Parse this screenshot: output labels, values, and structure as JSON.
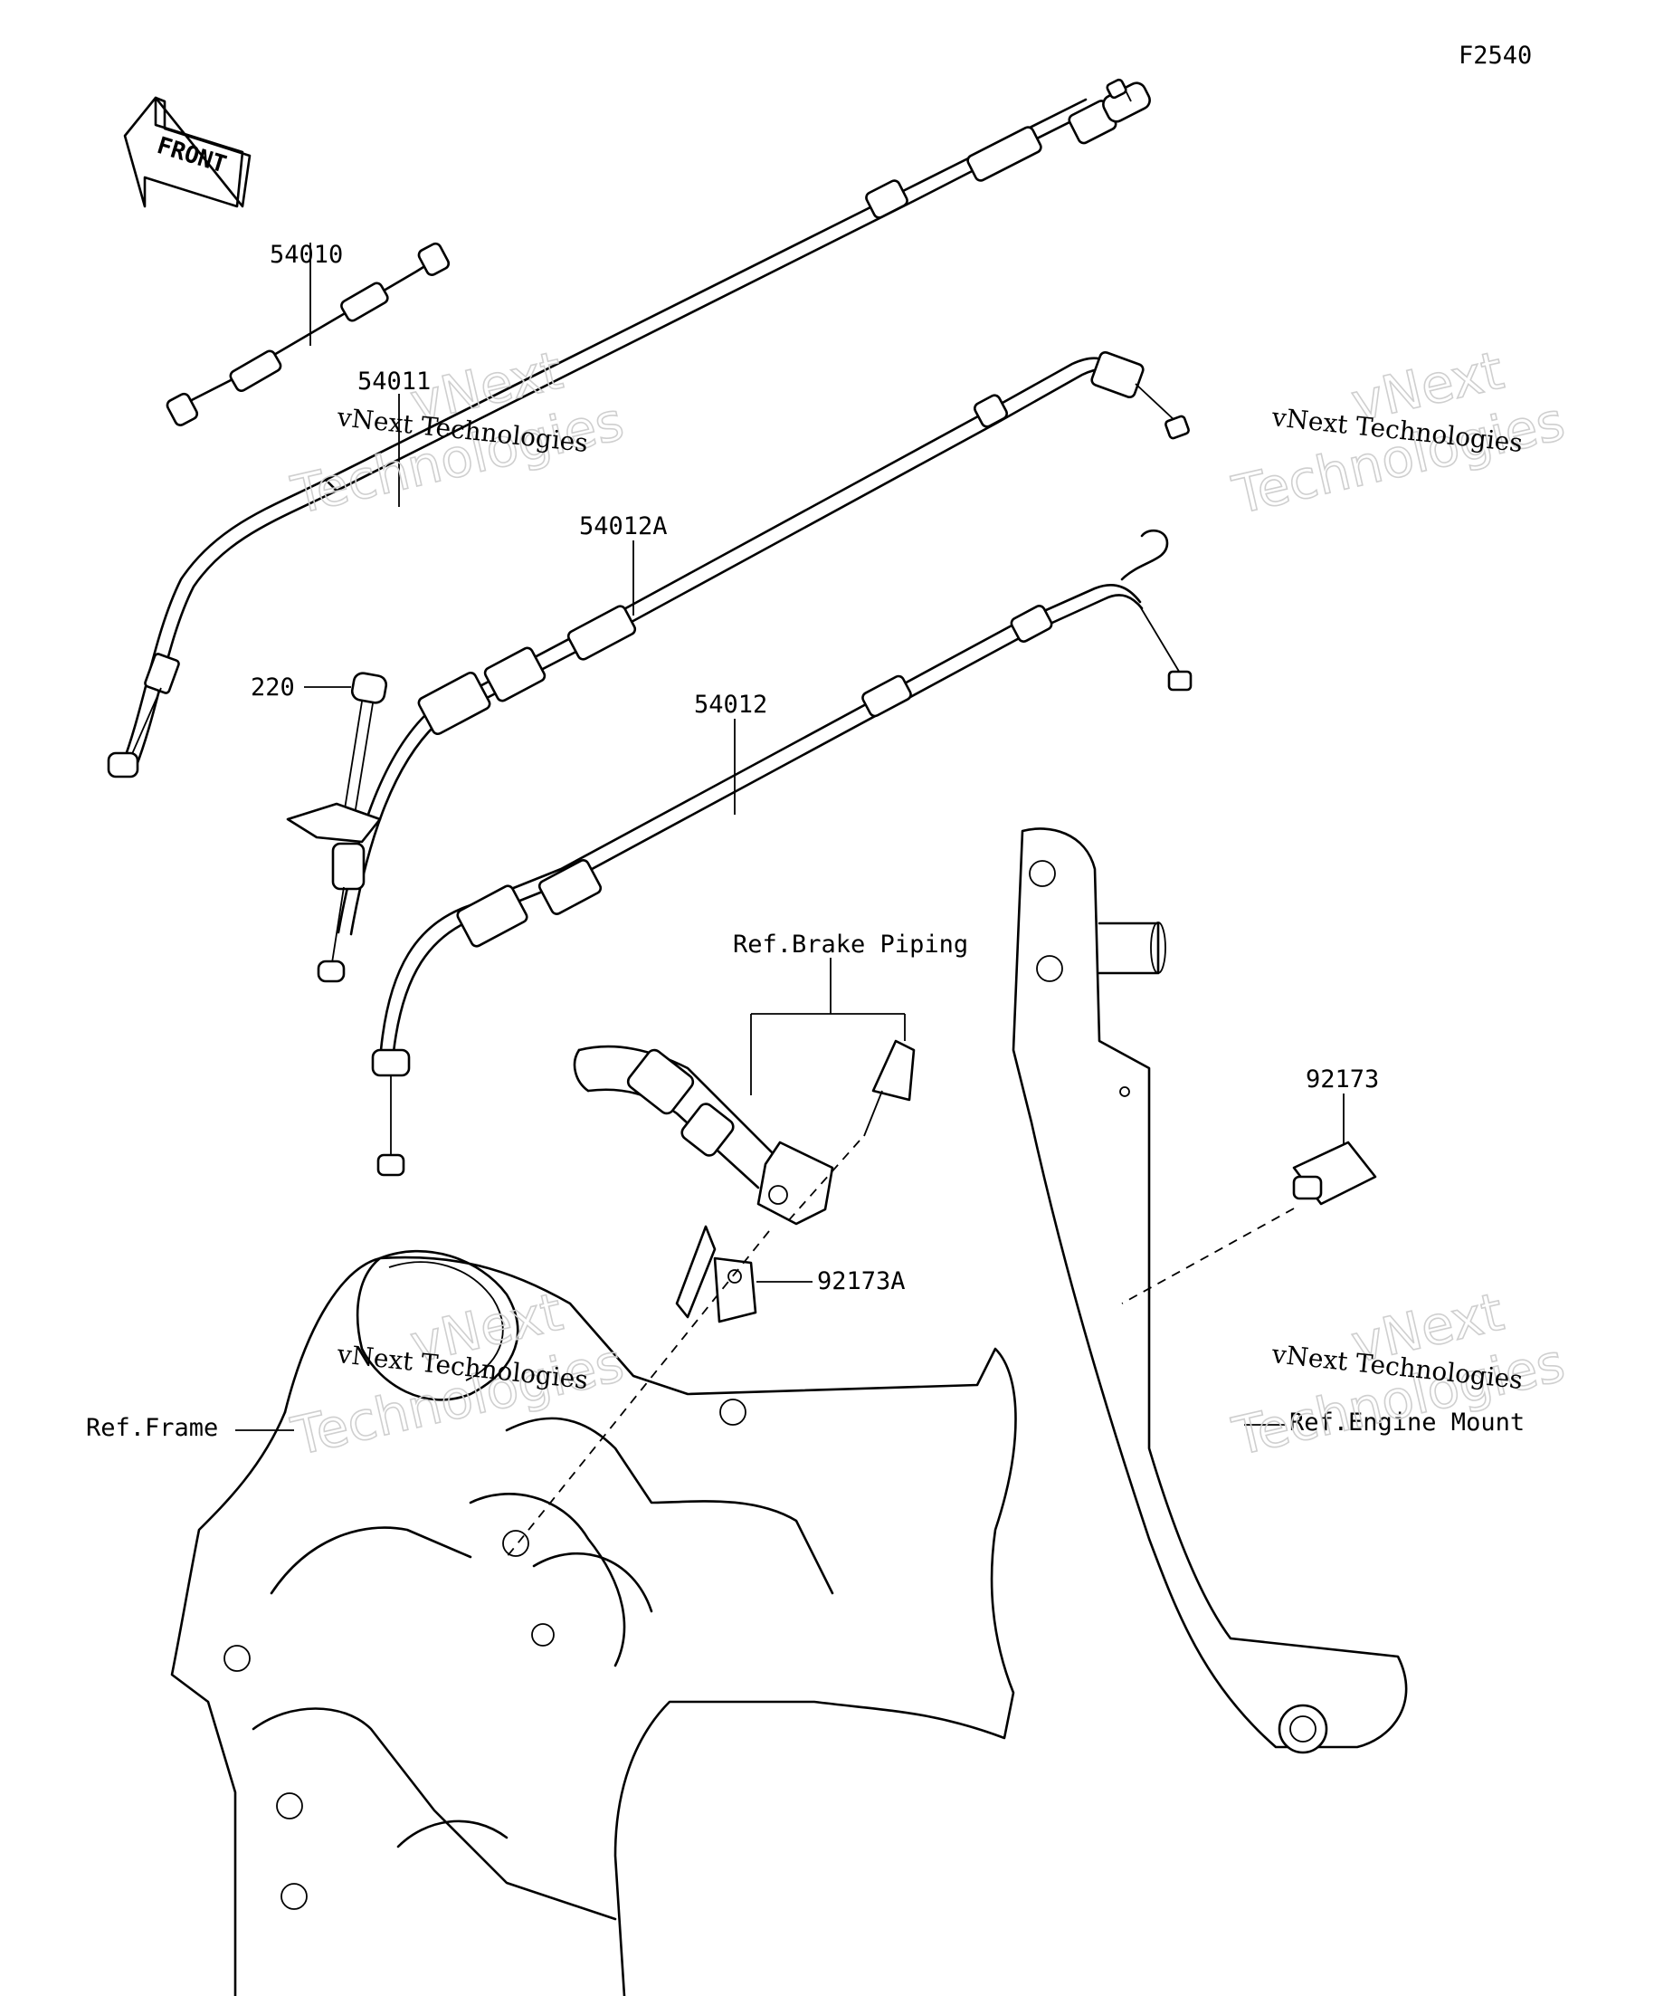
{
  "figure_id": "F2540",
  "direction_arrow": {
    "label": "FRONT",
    "icon": "front-arrow-icon"
  },
  "callouts": {
    "p54010": "54010",
    "p54011": "54011",
    "p54012A": "54012A",
    "p220": "220",
    "p54012": "54012",
    "brake_ref": "Ref.Brake Piping",
    "p92173": "92173",
    "p92173A": "92173A",
    "frame_ref": "Ref.Frame",
    "engine_ref": "Ref.Engine Mount"
  },
  "watermark": {
    "company": "vNext Technologies",
    "big_line1": "vNext",
    "big_line2": "Technologies"
  }
}
